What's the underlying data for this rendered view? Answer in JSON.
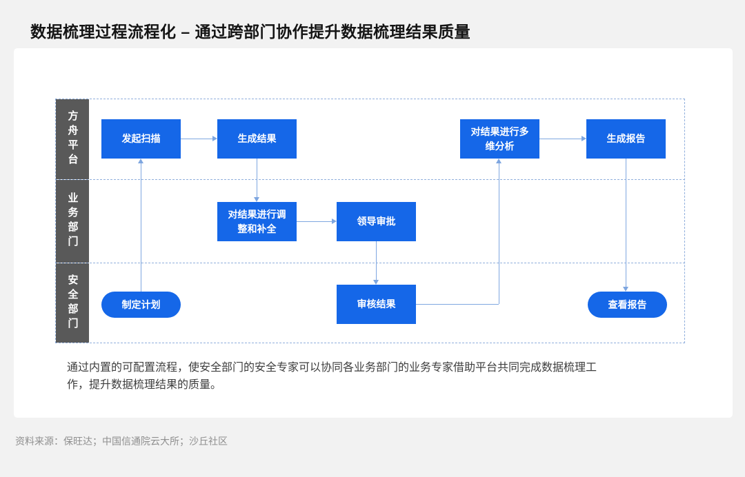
{
  "title": "数据梳理过程流程化 – 通过跨部门协作提升数据梳理结果质量",
  "diagram": {
    "lanes": [
      {
        "label": "方舟平台"
      },
      {
        "label": "业务部门"
      },
      {
        "label": "安全部门"
      }
    ],
    "nodes": {
      "initiate_scan": {
        "label": "发起扫描"
      },
      "generate_results": {
        "label": "生成结果"
      },
      "multi_analysis": {
        "label": "对结果进行多维分析"
      },
      "generate_report": {
        "label": "生成报告"
      },
      "adjust_complete": {
        "label": "对结果进行调整和补全"
      },
      "leader_approval": {
        "label": "领导审批"
      },
      "make_plan": {
        "label": "制定计划"
      },
      "review_results": {
        "label": "审核结果"
      },
      "view_report": {
        "label": "查看报告"
      }
    }
  },
  "description": "通过内置的可配置流程，使安全部门的安全专家可以协同各业务部门的业务专家借助平台共同完成数据梳理工作，提升数据梳理结果的质量。",
  "source": "资料来源：保旺达；中国信通院云大所；沙丘社区",
  "colors": {
    "node_blue": "#1567E8",
    "lane_gray": "#595959",
    "connector": "#7EA6E0",
    "dashed_border": "#8FAEDC",
    "page_background": "#F2F2F2"
  }
}
